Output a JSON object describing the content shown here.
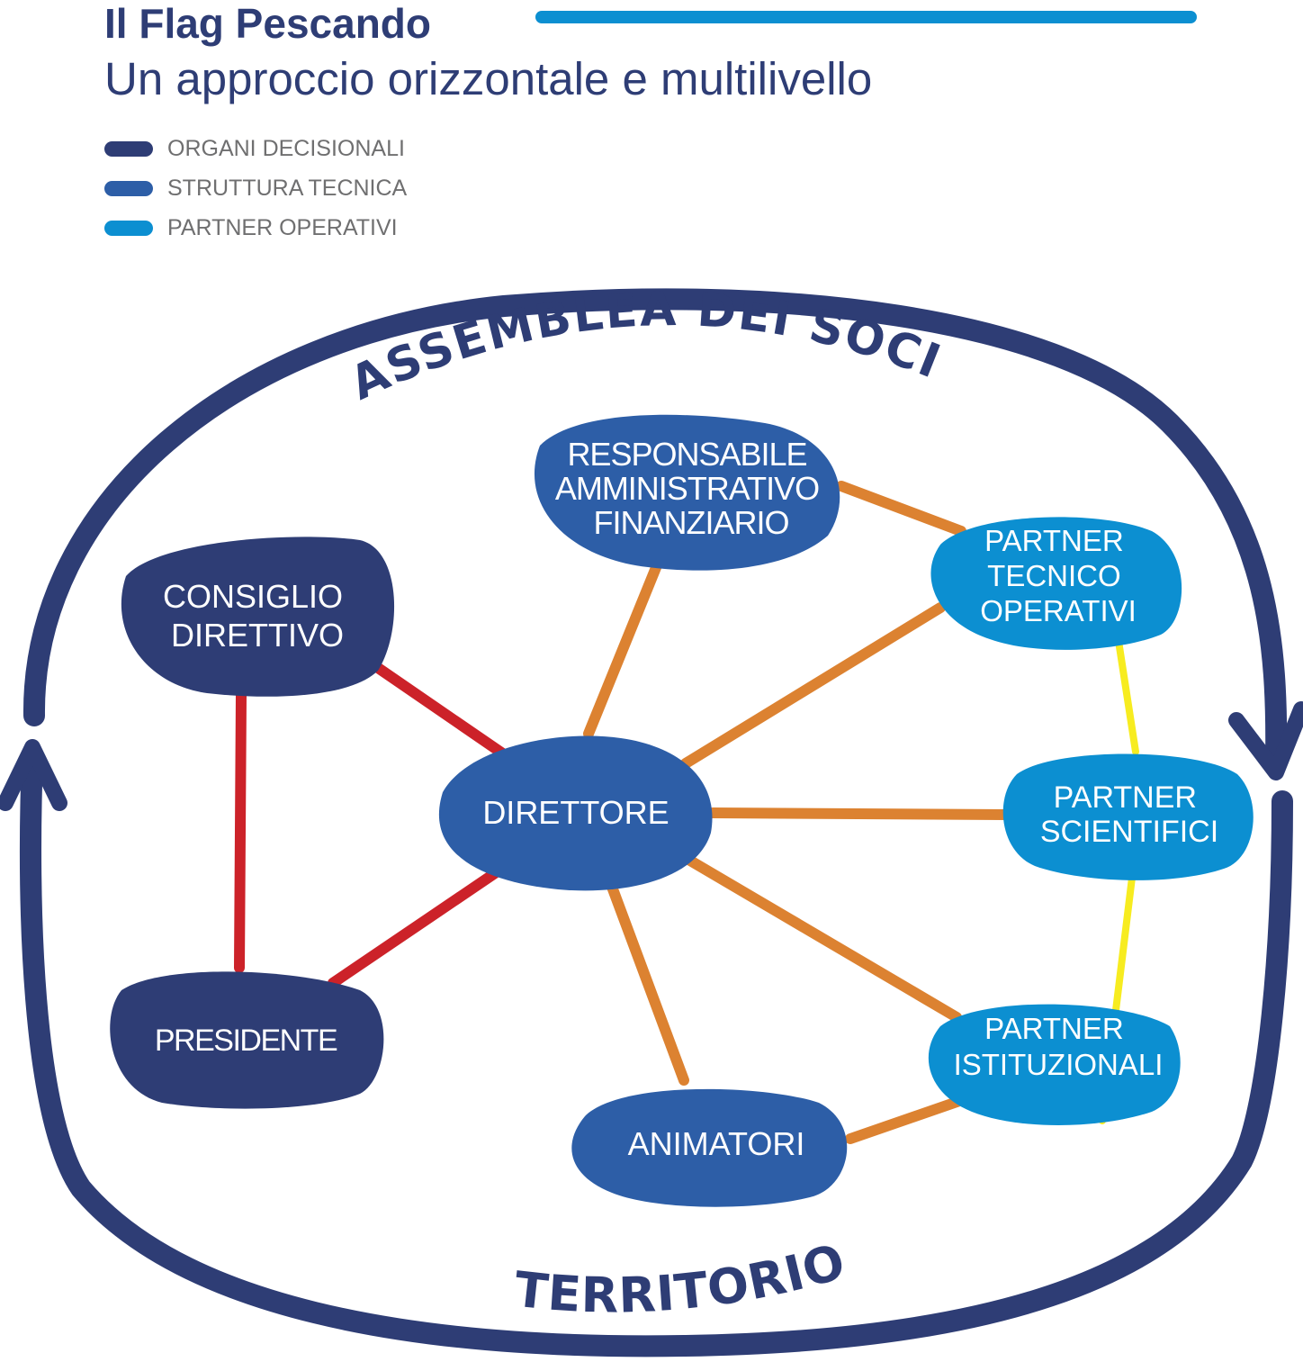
{
  "header": {
    "title": "Il Flag Pescando",
    "subtitle": "Un approccio orizzontale e multilivello"
  },
  "colors": {
    "organi_decisionali": "#2e3d75",
    "struttura_tecnica": "#2d5ea7",
    "partner_operativi": "#0c8fd1",
    "link_decisionale": "#cc2229",
    "link_tecnico": "#dc8231",
    "link_partner": "#f7ec20"
  },
  "legend": [
    {
      "label": "ORGANI DECISIONALI",
      "color": "#2e3d75"
    },
    {
      "label": "STRUTTURA TECNICA",
      "color": "#2d5ea7"
    },
    {
      "label": "PARTNER OPERATIVI",
      "color": "#0c8fd1"
    }
  ],
  "ring": {
    "top_label": "ASSEMBLEA DEI SOCI",
    "bottom_label": "TERRITORIO"
  },
  "nodes": {
    "consiglio": {
      "lines": [
        "CONSIGLIO",
        "DIRETTIVO"
      ],
      "category": "organi_decisionali"
    },
    "presidente": {
      "lines": [
        "PRESIDENTE"
      ],
      "category": "organi_decisionali"
    },
    "direttore": {
      "lines": [
        "DIRETTORE"
      ],
      "category": "struttura_tecnica"
    },
    "responsabile": {
      "lines": [
        "RESPONSABILE",
        "AMMINISTRATIVO",
        "FINANZIARIO"
      ],
      "category": "struttura_tecnica"
    },
    "animatori": {
      "lines": [
        "ANIMATORI"
      ],
      "category": "struttura_tecnica"
    },
    "partner_tecnico": {
      "lines": [
        "PARTNER",
        "TECNICO",
        "OPERATIVI"
      ],
      "category": "partner_operativi"
    },
    "partner_scientifici": {
      "lines": [
        "PARTNER",
        "SCIENTIFICI"
      ],
      "category": "partner_operativi"
    },
    "partner_istituzionali": {
      "lines": [
        "PARTNER",
        "ISTITUZIONALI"
      ],
      "category": "partner_operativi"
    }
  }
}
